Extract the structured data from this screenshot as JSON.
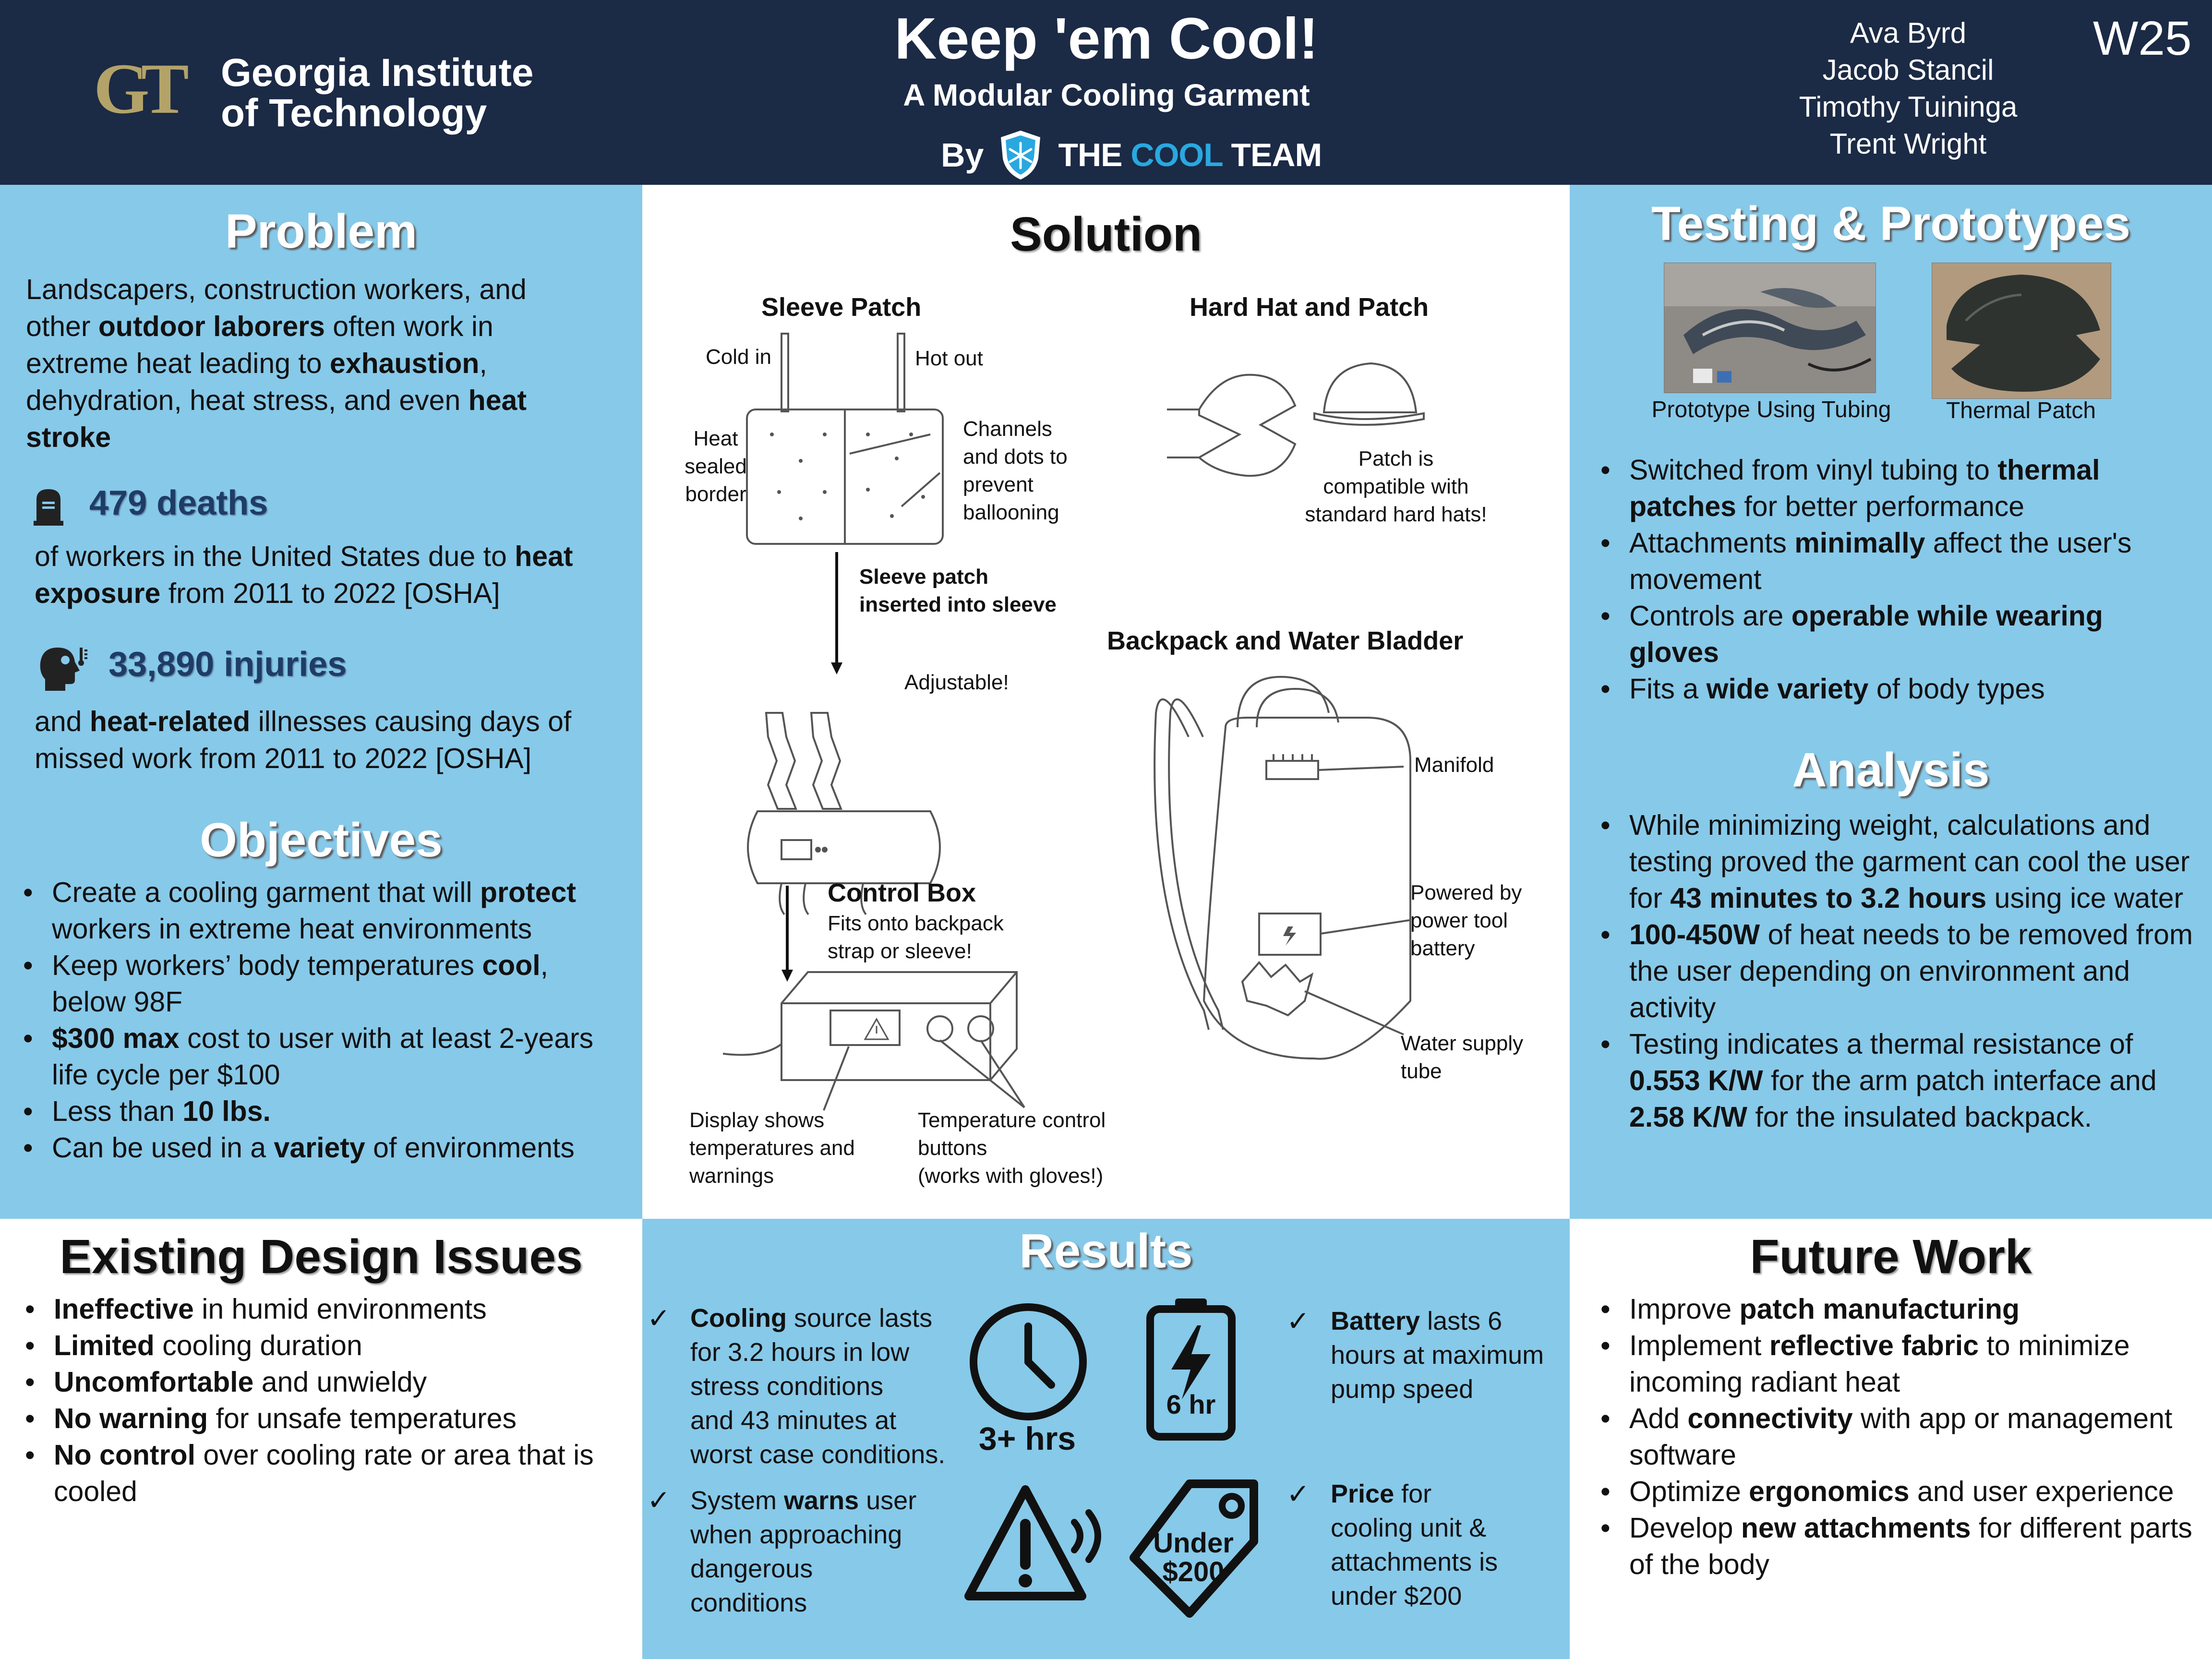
{
  "header": {
    "logo_mark": "GT",
    "institution_line1": "Georgia Institute",
    "institution_line2": "of Technology",
    "title": "Keep 'em Cool!",
    "subtitle": "A Modular Cooling Garment",
    "by": "By",
    "team_the": "THE",
    "team_cool": "COOL",
    "team_team": "TEAM",
    "authors": [
      "Ava Byrd",
      "Jacob Stancil",
      "Timothy Tuininga",
      "Trent Wright"
    ],
    "tag": "W25"
  },
  "problem": {
    "title": "Problem",
    "p1": "Landscapers, construction workers, and",
    "p2a": "other ",
    "p2b": "outdoor laborers",
    "p2c": " often work in",
    "p3a": "extreme heat leading to ",
    "p3b": "exhaustion",
    "p3c": ",",
    "p4a": "dehydration, heat stress, and even ",
    "p4b": "heat",
    "p5b": "stroke",
    "deaths_stat": "479 deaths",
    "deaths_l1a": "of workers in the United States due to ",
    "deaths_l1b": "heat",
    "deaths_l2b": "exposure",
    "deaths_l2c": " from 2011 to 2022 [OSHA]",
    "injuries_stat": "33,890 injuries",
    "inj_l1a": "and ",
    "inj_l1b": "heat-related",
    "inj_l1c": " illnesses causing days of",
    "inj_l2": "missed work from 2011 to 2022 [OSHA]"
  },
  "objectives": {
    "title": "Objectives",
    "i1a": "Create a cooling garment that will ",
    "i1b": "protect",
    "i1c": " workers in extreme heat environments",
    "i2a": "Keep workers’ body temperatures ",
    "i2b": "cool",
    "i2c": ", below 98F",
    "i3b": "$300 max",
    "i3c": " cost to user with at least 2-years life cycle per $100",
    "i4a": "Less than ",
    "i4b": "10 lbs.",
    "i5a": "Can be used in a ",
    "i5b": "variety",
    "i5c": " of environments"
  },
  "existing": {
    "title": "Existing Design Issues",
    "i1b": "Ineffective",
    "i1c": " in humid environments",
    "i2b": "Limited",
    "i2c": " cooling duration",
    "i3b": "Uncomfortable",
    "i3c": " and unwieldy",
    "i4b": "No warning",
    "i4c": " for unsafe temperatures",
    "i5b": "No control",
    "i5c": " over cooling rate or area that is cooled"
  },
  "solution": {
    "title": "Solution",
    "sleeve_patch": "Sleeve Patch",
    "cold_in": "Cold in",
    "hot_out": "Hot out",
    "heat_sealed_1": "Heat",
    "heat_sealed_2": "sealed",
    "heat_sealed_3": "border",
    "channels_1": "Channels",
    "channels_2": "and dots to",
    "channels_3": "prevent",
    "channels_4": "ballooning",
    "inserted_1": "Sleeve patch",
    "inserted_2": "inserted into sleeve",
    "adjustable": "Adjustable!",
    "control_box": "Control Box",
    "cb_fit_1": "Fits onto backpack",
    "cb_fit_2": "strap or sleeve!",
    "display_1": "Display shows",
    "display_2": "temperatures and",
    "display_3": "warnings",
    "temp_1": "Temperature control",
    "temp_2": "buttons",
    "temp_3": "(works with gloves!)",
    "hardhat": "Hard Hat and Patch",
    "patch_1": "Patch  is",
    "patch_2": "compatible with",
    "patch_3": "standard hard hats!",
    "backpack": "Backpack and Water Bladder",
    "manifold": "Manifold",
    "powered_1": "Powered by",
    "powered_2": "power tool",
    "powered_3": "battery",
    "water_1": "Water supply",
    "water_2": "tube"
  },
  "testing": {
    "title": "Testing & Prototypes",
    "cap1": "Prototype Using Tubing",
    "cap2": "Thermal Patch",
    "i1a": "Switched from vinyl tubing to ",
    "i1b": "thermal patches",
    "i1c": " for better performance",
    "i2a": "Attachments ",
    "i2b": "minimally",
    "i2c": " affect the user's movement",
    "i3a": "Controls are ",
    "i3b": "operable while wearing gloves",
    "i4a": "Fits a ",
    "i4b": "wide variety",
    "i4c": " of body types"
  },
  "analysis": {
    "title": "Analysis",
    "i1a": "While minimizing weight, calculations and testing proved the garment can cool the user for ",
    "i1b": "43 minutes to 3.2 hours",
    "i1c": " using ice water",
    "i2b": "100-450W",
    "i2c": " of heat needs to be removed from the user depending on environment and activity",
    "i3a": "Testing indicates a thermal resistance of ",
    "i3b": "0.553 K/W",
    "i3c": " for the arm patch interface and ",
    "i3d": "2.58 K/W",
    "i3e": " for the insulated backpack."
  },
  "results": {
    "title": "Results",
    "check": "✓",
    "r1b": "Cooling",
    "r1_l1": " source lasts",
    "r1_l2": "for 3.2 hours in low",
    "r1_l3": "stress conditions",
    "r1_l4": "and 43 minutes at",
    "r1_l5": "worst case conditions.",
    "r2a": "System ",
    "r2b": "warns",
    "r2c": " user",
    "r2_l2": "when approaching",
    "r2_l3": "dangerous",
    "r2_l4": "conditions",
    "r3b": "Battery",
    "r3c": " lasts 6",
    "r3_l2": "hours at maximum",
    "r3_l3": "pump speed",
    "r4b": "Price",
    "r4c": " for",
    "r4_l2": "cooling unit &",
    "r4_l3": "attachments is",
    "r4_l4": "under $200",
    "clock_label": "3+ hrs",
    "battery_label": "6 hr",
    "tag_l1": "Under",
    "tag_l2": "$200"
  },
  "future": {
    "title": "Future Work",
    "i1a": "Improve ",
    "i1b": "patch manufacturing",
    "i2a": "Implement ",
    "i2b": "reflective fabric",
    "i2c": " to minimize incoming radiant heat",
    "i3a": "Add ",
    "i3b": "connectivity",
    "i3c": " with app or management software",
    "i4a": "Optimize ",
    "i4b": "ergonomics",
    "i4c": " and user experience",
    "i5a": "Develop ",
    "i5b": "new attachments",
    "i5c": " for different parts of the body"
  },
  "icons": [
    "tombstone-icon",
    "heat-head-icon",
    "shield-snowflake-icon",
    "clock-icon",
    "battery-bolt-icon",
    "warning-icon",
    "price-tag-icon",
    "checkmark-icon"
  ],
  "colors": {
    "header": "#1b2a45",
    "panel_blue": "#87c9e9",
    "gt_gold": "#b3a369",
    "cool_blue": "#29a8e0",
    "stat_navy": "#1f3c66"
  }
}
